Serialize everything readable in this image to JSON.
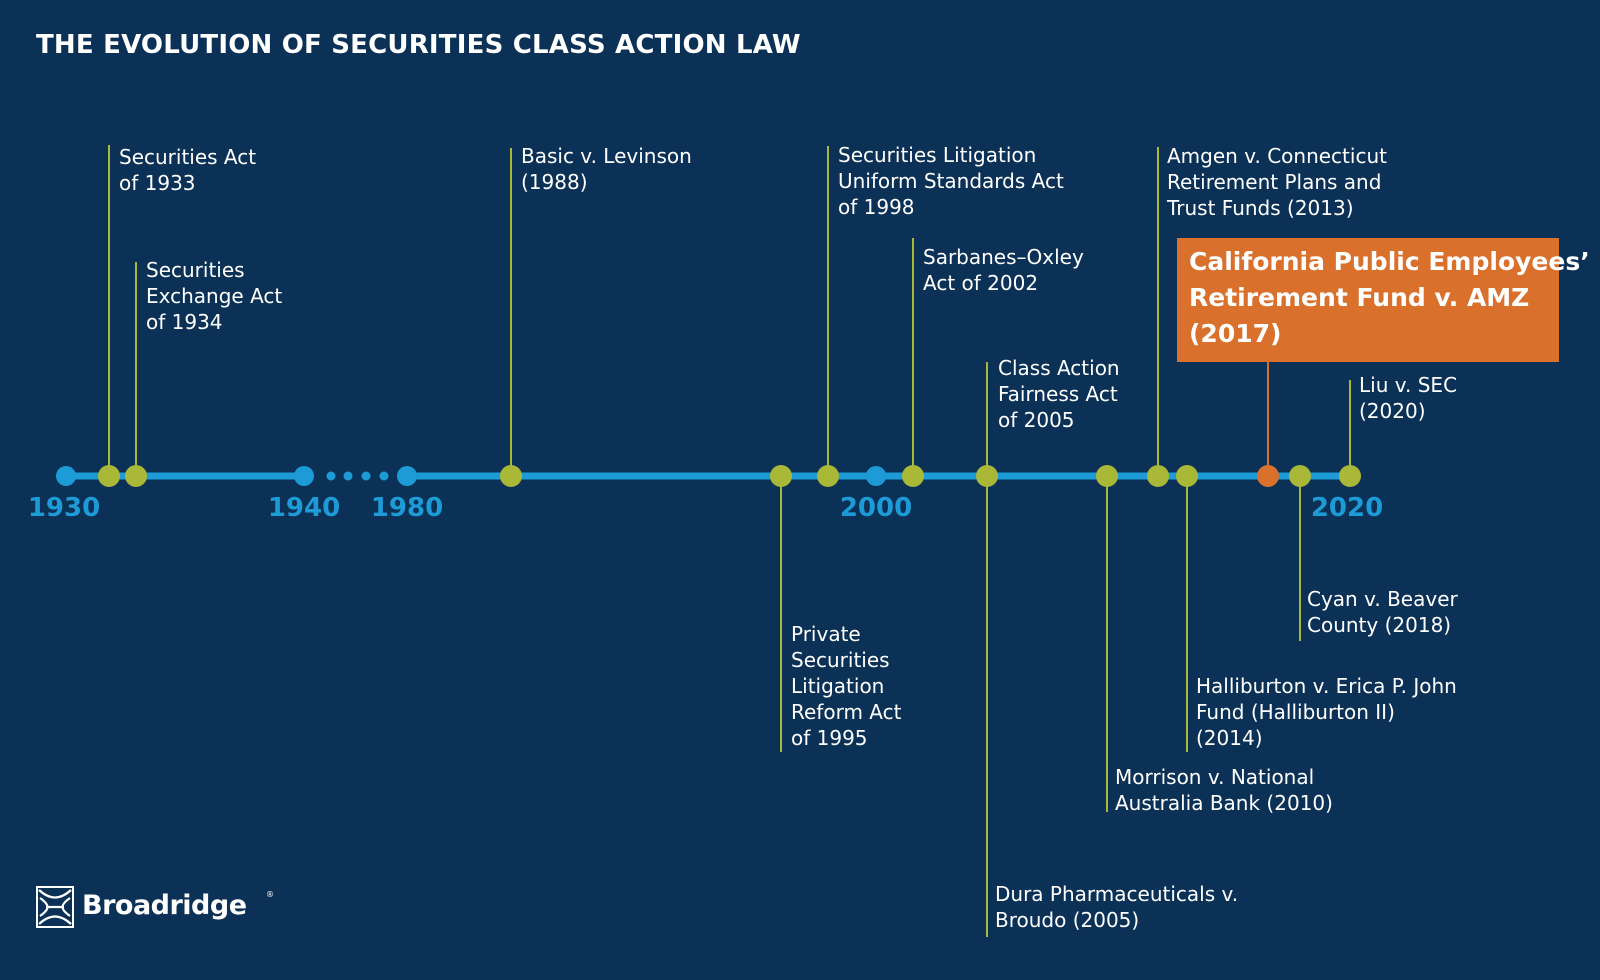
{
  "title": "THE EVOLUTION OF SECURITIES CLASS ACTION LAW",
  "colors": {
    "background": "#0c3156",
    "timeline_blue": "#1d9bd7",
    "event_green": "#a9b837",
    "highlight_orange": "#d9712c",
    "text": "#ffffff"
  },
  "year_markers": [
    "1930",
    "1940",
    "1980",
    "2000",
    "2020"
  ],
  "events": [
    {
      "id": "sec-act-1933",
      "lines": [
        "Securities Act",
        "of 1933"
      ]
    },
    {
      "id": "sec-exchange-act-1934",
      "lines": [
        "Securities",
        "Exchange Act",
        "of 1934"
      ]
    },
    {
      "id": "basic-v-levinson",
      "lines": [
        "Basic v. Levinson",
        "(1988)"
      ]
    },
    {
      "id": "pslra-1995",
      "lines": [
        "Private",
        "Securities",
        "Litigation",
        "Reform Act",
        "of 1995"
      ]
    },
    {
      "id": "slusa-1998",
      "lines": [
        "Securities Litigation",
        "Uniform Standards Act",
        "of 1998"
      ]
    },
    {
      "id": "sarbanes-oxley-2002",
      "lines": [
        "Sarbanes–Oxley",
        "Act of 2002"
      ]
    },
    {
      "id": "cafa-2005",
      "lines": [
        "Class Action",
        "Fairness Act",
        "of 2005"
      ]
    },
    {
      "id": "dura-v-broudo",
      "lines": [
        "Dura Pharmaceuticals v.",
        "Broudo (2005)"
      ]
    },
    {
      "id": "morrison-v-nab",
      "lines": [
        "Morrison v. National",
        "Australia Bank (2010)"
      ]
    },
    {
      "id": "amgen-v-connecticut",
      "lines": [
        "Amgen v. Connecticut",
        "Retirement Plans and",
        "Trust Funds (2013)"
      ]
    },
    {
      "id": "halliburton-ii",
      "lines": [
        "Halliburton v. Erica P. John",
        "Fund (Halliburton II)",
        "(2014)"
      ]
    },
    {
      "id": "calpers-v-amz",
      "lines": [
        "California Public Employees’",
        "Retirement Fund v. AMZ",
        "(2017)"
      ],
      "highlighted": true
    },
    {
      "id": "cyan-v-beaver",
      "lines": [
        "Cyan v. Beaver",
        "County (2018)"
      ]
    },
    {
      "id": "liu-v-sec",
      "lines": [
        "Liu v. SEC",
        "(2020)"
      ]
    }
  ],
  "logo": {
    "name": "Broadridge",
    "reg_mark": "®",
    "icon": "broadridge-logo-icon"
  }
}
